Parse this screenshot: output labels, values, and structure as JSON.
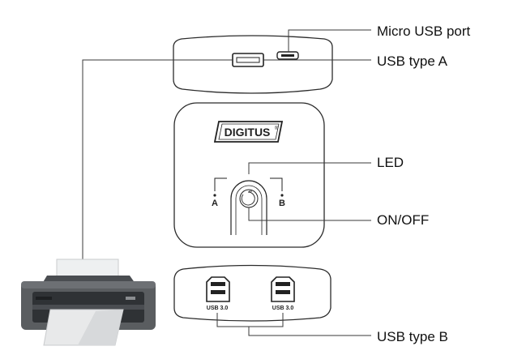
{
  "labels": {
    "micro_usb": "Micro USB port",
    "usb_type_a": "USB type A",
    "led": "LED",
    "on_off": "ON/OFF",
    "usb_type_b": "USB type B"
  },
  "device": {
    "brand": "DIGITUS",
    "brand_mark": "®",
    "port_a": "A",
    "port_b": "B",
    "usb_label_left": "USB 3.0",
    "usb_label_right": "USB 3.0"
  },
  "colors": {
    "line": "#3a3a3a",
    "outline": "#2b2b2b",
    "printer_body": "#5a5d60",
    "printer_dark": "#2f3235",
    "paper": "#e8e9ea"
  }
}
